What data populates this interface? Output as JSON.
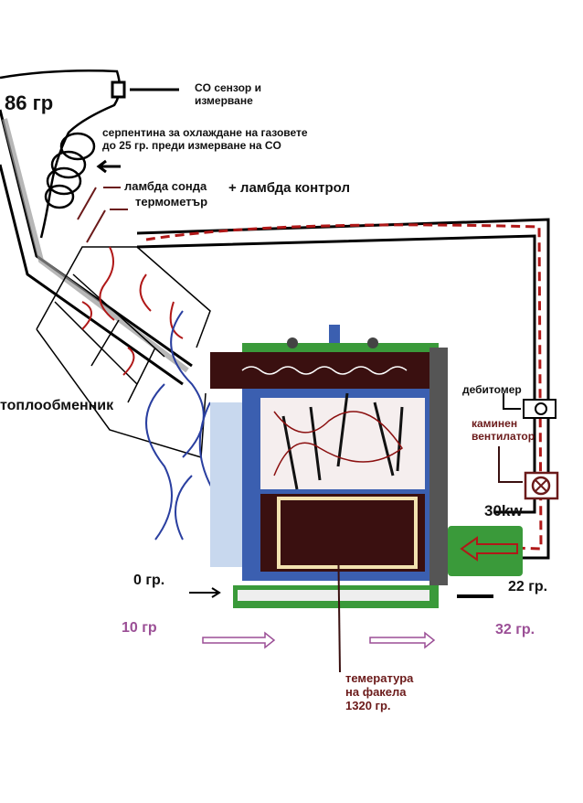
{
  "labels": {
    "co_sensor": [
      "CO сензор и",
      "измерване"
    ],
    "flue_temp": "86  гр",
    "coil": [
      "серпентина за охлаждане на газовете",
      "до 25 гр. преди измерване на CO"
    ],
    "lambda_probe": "ламбда сонда",
    "thermometer": "термометър",
    "lambda_control": "+ ламбда контрол",
    "heat_exchanger": "топлообменник",
    "flow_meter": "дебитомер",
    "chimney_fan": [
      "каминен",
      "вентилатор"
    ],
    "power": "30kw",
    "inlet_air_temp": "0 гр.",
    "outlet_air_temp": "22 гр.",
    "water_in_temp": "10 гр",
    "water_out_temp": "32 гр.",
    "flame_temp": [
      "темература",
      "на факела",
      "1320 гр."
    ]
  },
  "colors": {
    "flue_red": "#b01818",
    "cold_blue": "#2a3fa0",
    "boiler_green": "#3a9a3a",
    "boiler_blue": "#3b5fb0",
    "purple": "#9b4f96",
    "dark_red": "#6b1a1a"
  }
}
